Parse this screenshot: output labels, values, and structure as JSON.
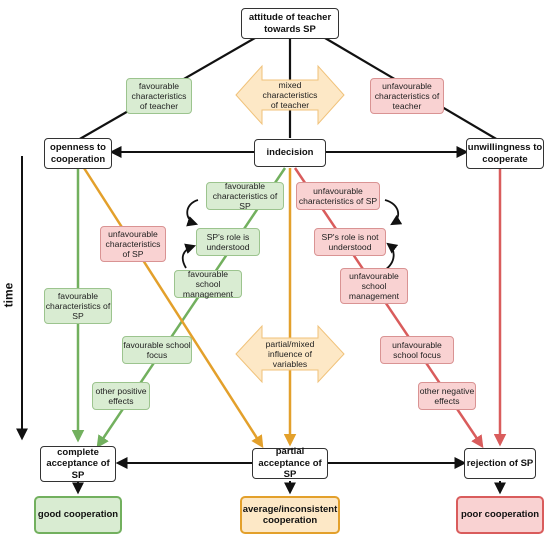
{
  "nodes": {
    "attitude": "attitude of teacher towards SP",
    "openness": "openness to cooperation",
    "indecision": "indecision",
    "unwillingness": "unwillingness to cooperate",
    "complete": "complete acceptance of SP",
    "partial": "partial acceptance of SP",
    "rejection": "rejection of SP"
  },
  "outcomes": {
    "good": "good cooperation",
    "average": "average/inconsistent cooperation",
    "poor": "poor cooperation"
  },
  "notes": {
    "fav_teacher": "favourable characteristics of teacher",
    "mixed_teacher": "mixed characteristics of teacher",
    "unfav_teacher": "unfavourable characteristics of teacher",
    "fav_sp_left": "favourable characteristics of SP",
    "unfav_sp_left": "unfavourable characteristics of SP",
    "fav_sp_mid": "favourable characteristics of SP",
    "role_understood": "SP's role is understood",
    "fav_mgmt": "favourable school management",
    "fav_focus": "favourable school focus",
    "other_positive": "other positive effects",
    "unfav_sp_right": "unfavourable characteristics of SP",
    "role_not_understood": "SP's role is not understood",
    "unfav_mgmt": "unfavourable school management",
    "unfav_focus": "unfavourable school focus",
    "other_negative": "other negative effects",
    "mixed_influence": "partial/mixed influence of variables"
  },
  "axis": {
    "time": "time"
  },
  "colors": {
    "green": "#72b05e",
    "orange": "#e3a02b",
    "red": "#d95c5c",
    "dark": "#111111"
  }
}
